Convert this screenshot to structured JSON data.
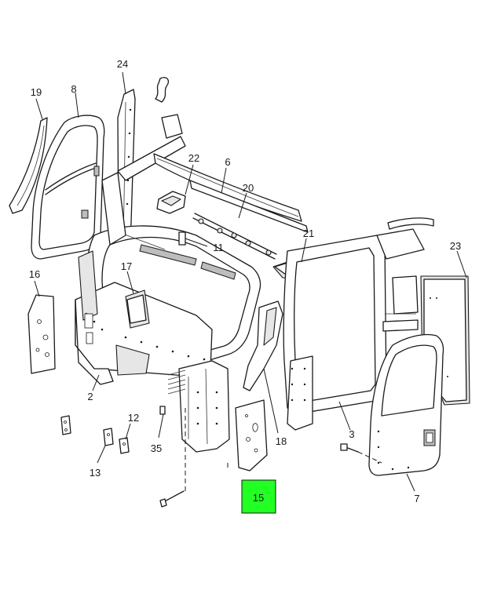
{
  "callouts": {
    "c24": "24",
    "c19": "19",
    "c8": "8",
    "c22": "22",
    "c6": "6",
    "c20": "20",
    "c21": "21",
    "c11": "11",
    "c23": "23",
    "c16": "16",
    "c17": "17",
    "c2": "2",
    "c12": "12",
    "c35": "35",
    "c13": "13",
    "c18": "18",
    "c3": "3",
    "c7": "7",
    "c15": "15"
  },
  "highlight": {
    "part": "15",
    "color": "#22ff22"
  }
}
